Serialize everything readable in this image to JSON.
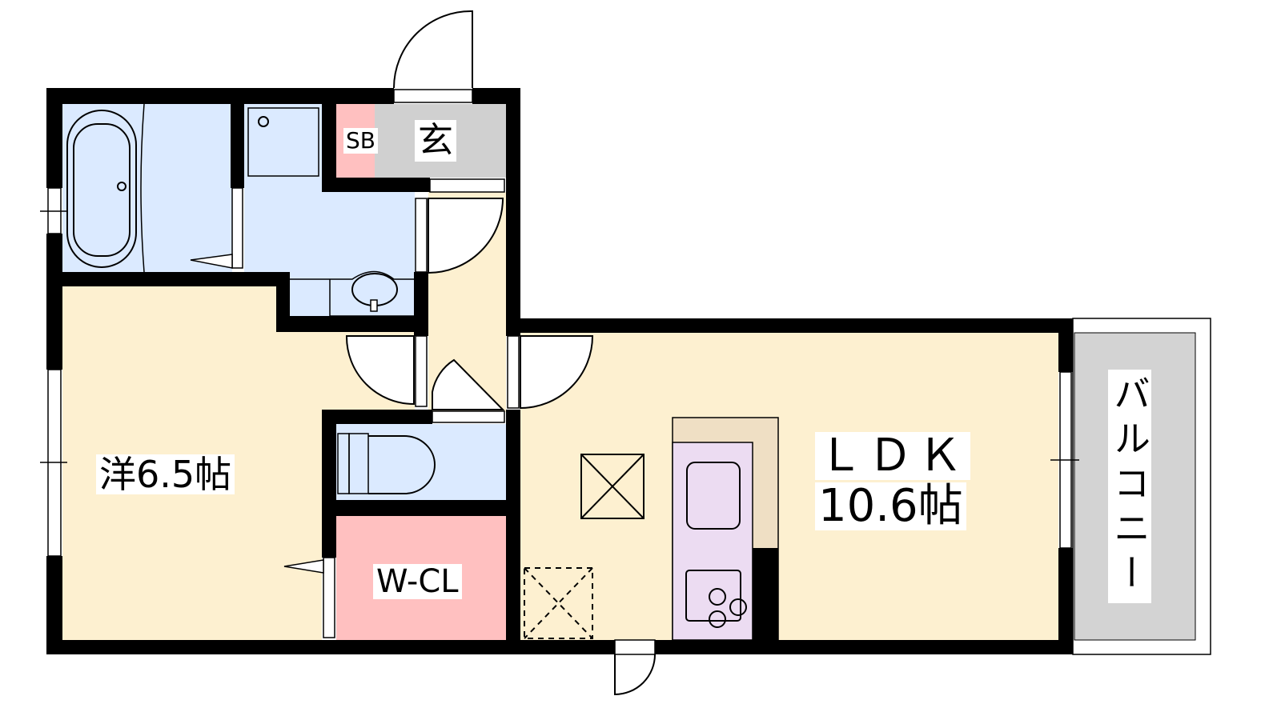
{
  "rooms": {
    "western": {
      "label": "洋6.5帖"
    },
    "ldk": {
      "label_line1": "ＬＤＫ",
      "label_line2": "10.6帖"
    },
    "walk_in_closet": {
      "label": "W-CL"
    },
    "shoe_box": {
      "label": "SB"
    },
    "entrance": {
      "label": "玄"
    },
    "balcony": {
      "label": "バルコニー"
    }
  },
  "colors": {
    "wall": "#000000",
    "wet_area": "#dbeaff",
    "living": "#fdf0d0",
    "storage": "#ffc0c0",
    "entrance": "#d0d0d0",
    "kitchen": "#ecdcf2",
    "counter": "#efdfc4",
    "balcony": "#d3d3d3"
  }
}
